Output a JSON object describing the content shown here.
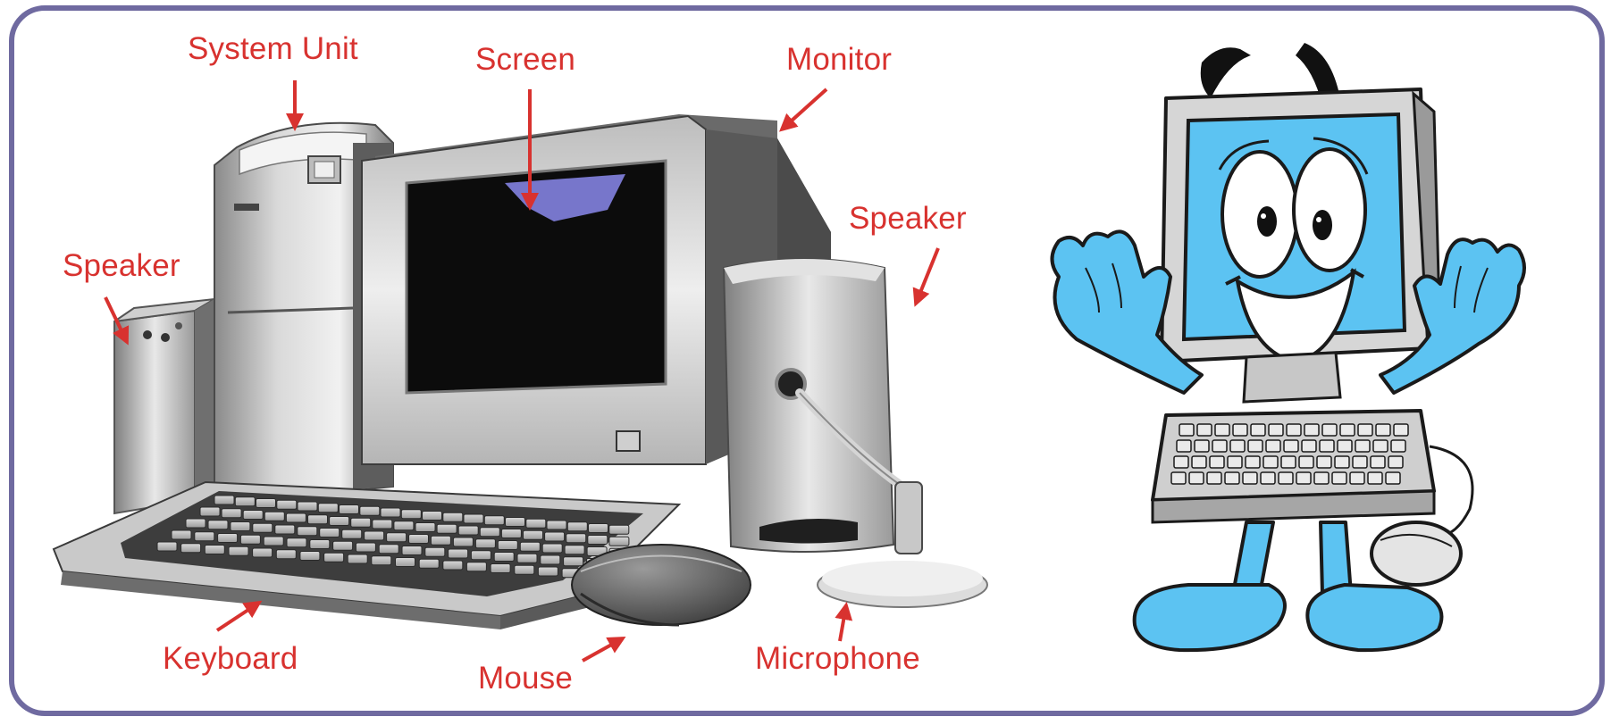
{
  "labels": {
    "system_unit": "System Unit",
    "screen": "Screen",
    "monitor": "Monitor",
    "speaker_left": "Speaker",
    "speaker_right": "Speaker",
    "keyboard": "Keyboard",
    "mouse": "Mouse",
    "microphone": "Microphone"
  },
  "colors": {
    "label_red": "#d8322f",
    "frame_border": "#6f6aa0",
    "cartoon_blue": "#5cc3f2"
  }
}
